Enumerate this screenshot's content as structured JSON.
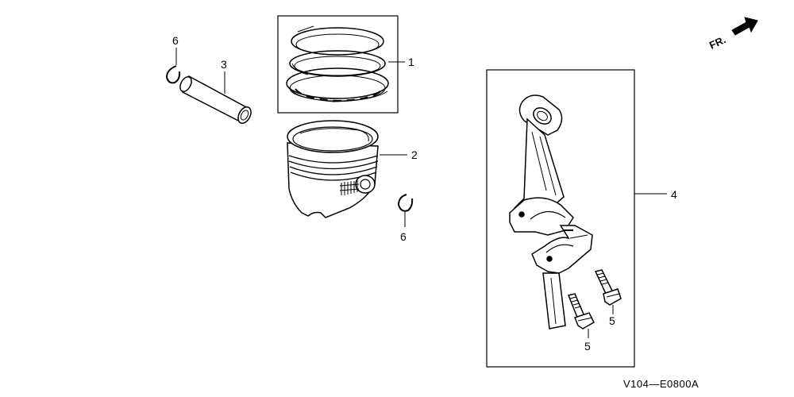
{
  "callouts": {
    "piston_ring_set": "1",
    "piston": "2",
    "piston_pin": "3",
    "connecting_rod_assy": "4",
    "rod_bolt_right": "5",
    "rod_bolt_left": "5",
    "pin_clip_top": "6",
    "pin_clip_bottom": "6"
  },
  "direction_label": "FR.",
  "drawing_code": "V104—E0800A"
}
